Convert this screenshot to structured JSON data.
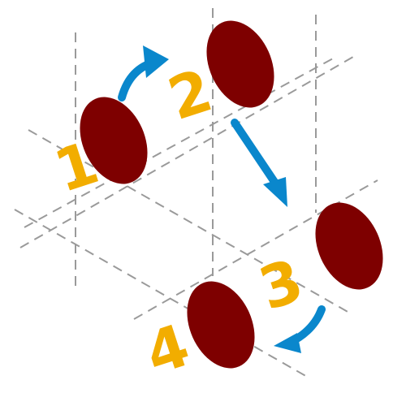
{
  "colors": {
    "background": "#ffffff",
    "grid_line": "#9a9a9a",
    "ellipse_fill": "#7e0000",
    "label_fill": "#f2ad00",
    "arrow_fill": "#0a87cc"
  },
  "steps": [
    {
      "label": "1",
      "icon": "ellipse-dot"
    },
    {
      "label": "2",
      "icon": "ellipse-dot"
    },
    {
      "label": "3",
      "icon": "ellipse-dot"
    },
    {
      "label": "4",
      "icon": "ellipse-dot"
    }
  ],
  "arrows": [
    {
      "from": "1",
      "to": "2",
      "icon": "curved-arrow"
    },
    {
      "from": "2",
      "to": "3",
      "icon": "straight-arrow"
    },
    {
      "from": "3",
      "to": "4",
      "icon": "curved-arrow"
    }
  ]
}
